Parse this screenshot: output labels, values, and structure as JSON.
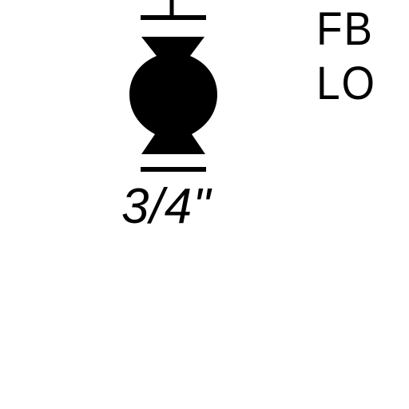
{
  "symbol": {
    "name": "fitting-profile",
    "dimension_label": "3/4\"",
    "stroke_color": "#000000",
    "fill_color": "#000000",
    "background": "#ffffff"
  },
  "codes": {
    "line1": "FB",
    "line2": "LO"
  }
}
